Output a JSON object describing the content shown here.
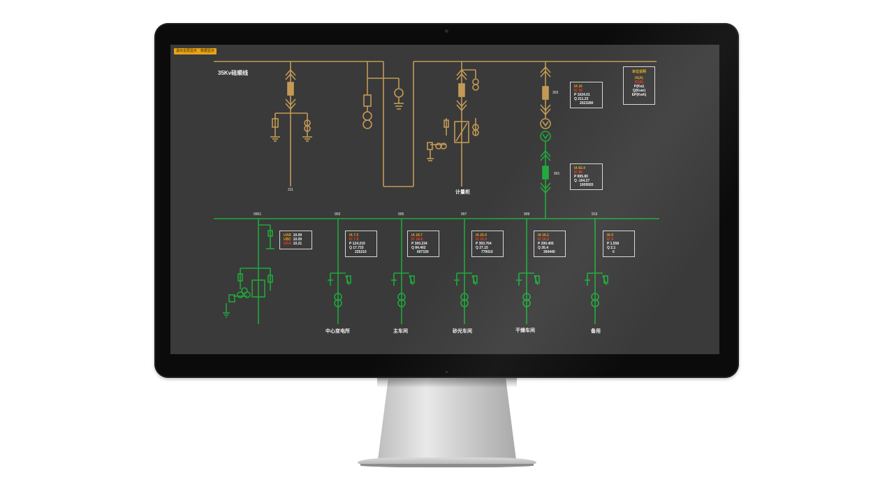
{
  "buttons": {
    "exit": "退出全屏显示",
    "data": "数据显示"
  },
  "title": "35Kv硅顺线",
  "labels": {
    "n311": "311",
    "metering": "计量柜",
    "n303": "303",
    "n901": "901",
    "n0951": "0951",
    "n903": "903",
    "n905": "905",
    "n907": "907",
    "n909": "909",
    "n913": "913"
  },
  "legend": {
    "l1": "单位说明",
    "l2": "IA(A)",
    "l3": "IC(A)",
    "l4": "P(Kw)",
    "l5": "Q(Kvar)",
    "l6": "EP(Kwh)"
  },
  "box303": {
    "ia": "IA  16",
    "ic": "IC  16",
    "p": "P   1024.01",
    "q": "Q   211.23",
    "ep": "2023280"
  },
  "box901": {
    "ia": "IA  82.4",
    "ic": "IC  86",
    "p": "P   895.80",
    "q": "Q   -164.27",
    "ep": "1009920"
  },
  "box0951": {
    "uab": "UAB",
    "ubc": "UBC",
    "uca": "UCA",
    "v1": "10.09",
    "v2": "10.09",
    "v3": "10.21"
  },
  "feeders": [
    {
      "name": "中心变电所",
      "ia": "IA  7.3",
      "ic": "IC  7.9",
      "p": "P   124.219",
      "q": "Q   17.733",
      "ep": "225210"
    },
    {
      "name": "主车间",
      "ia": "IA  18.7",
      "ic": "IC  18.6",
      "p": "P   300.234",
      "q": "Q   84.402",
      "ep": "607150"
    },
    {
      "name": "砂光车间",
      "ia": "IA  20.4",
      "ic": "IC  21.0",
      "p": "P   350.764",
      "q": "Q   27.15",
      "ep": "779010"
    },
    {
      "name": "干燥车间",
      "ia": "IA  16.1",
      "ic": "IC  16.2",
      "p": "P   290.405",
      "q": "Q   26.4",
      "ep": "394440"
    },
    {
      "name": "备用",
      "ia": "IA  0",
      "ic": "IC  0",
      "p": "P   1.558",
      "q": "Q   2.1",
      "ep": "0"
    }
  ],
  "colors": {
    "gold": "#c39a55",
    "green": "#1fa83a",
    "screen": "#3a3a3a",
    "button": "#e8a317"
  }
}
